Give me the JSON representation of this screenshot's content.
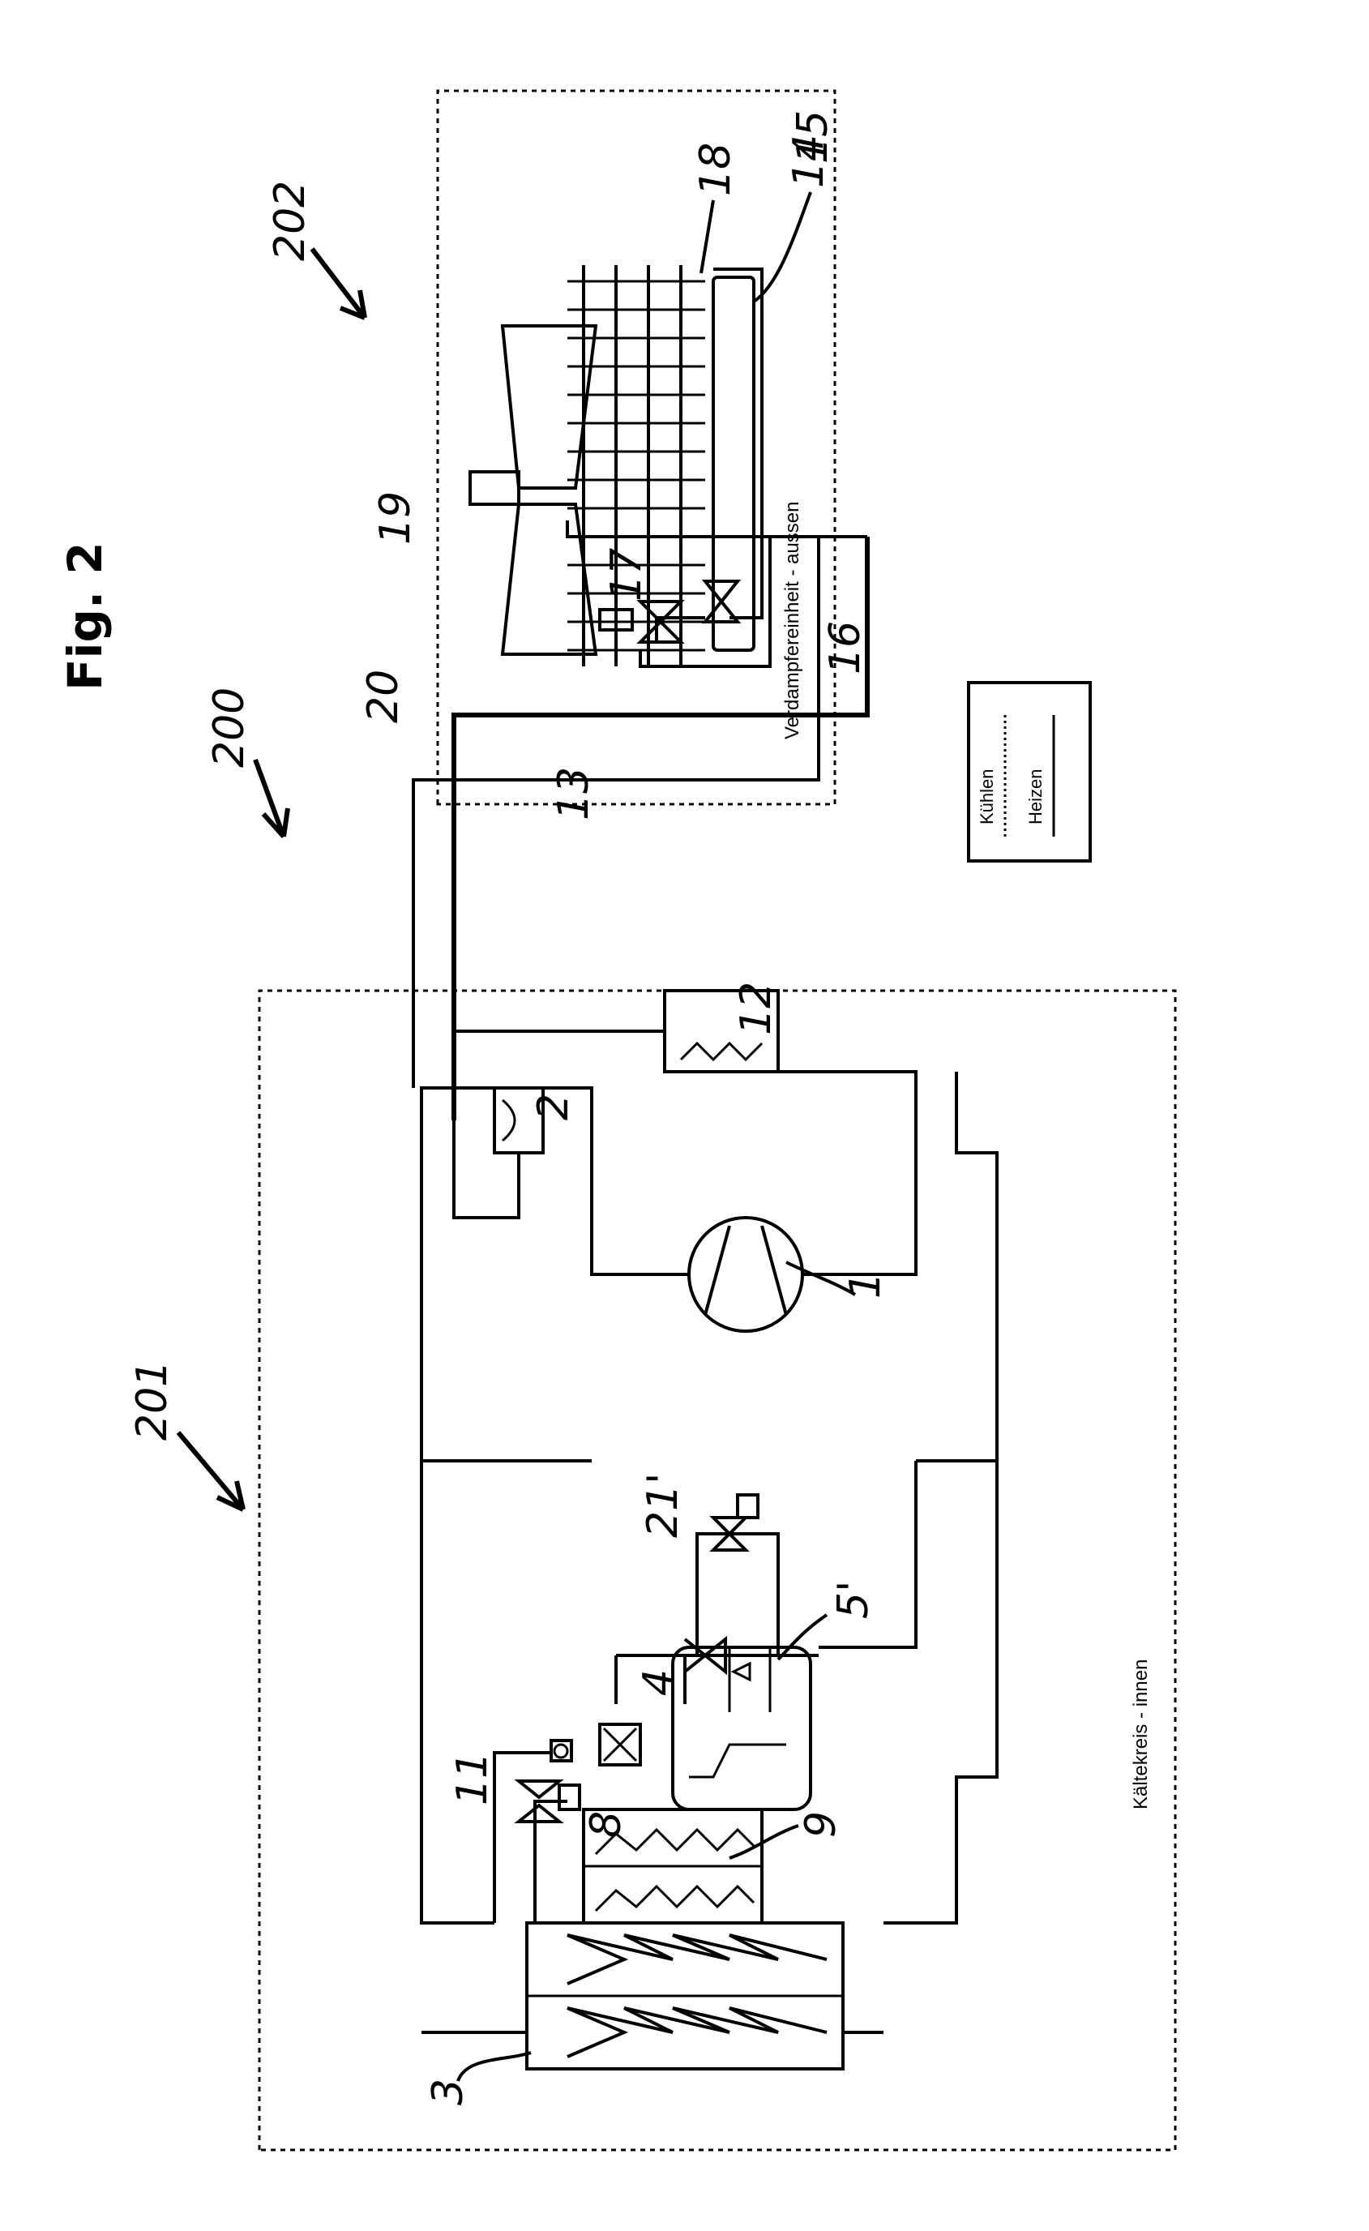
{
  "figure": {
    "title": "Fig. 2",
    "system_ref": "200",
    "indoor_ref": "201",
    "outdoor_ref": "202",
    "indoor_caption": "Kältekreis - innen",
    "outdoor_caption": "Verdampfereinheit - aussen"
  },
  "legend": {
    "cooling_label": "Kühlen",
    "heating_label": "Heizen"
  },
  "parts": {
    "compressor": "1",
    "four_way_valve": "2",
    "heat_exchanger": "3",
    "expansion_valve": "4",
    "collector": "5'",
    "solenoid_valve_8": "8",
    "internal_heat_exchanger": "9",
    "line_11": "11",
    "tank": "12",
    "liquid_line": "13",
    "evaporator_vessel": "14",
    "line_15": "15",
    "check_valve": "16",
    "three_way_valve": "17",
    "finned_evaporator": "18",
    "fan_motor": "19",
    "suction_line": "20",
    "solenoid_valve_21": "21'"
  }
}
